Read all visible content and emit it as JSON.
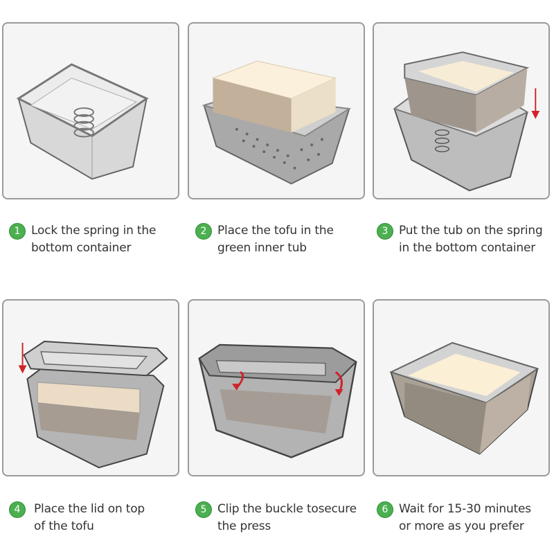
{
  "colors": {
    "background": "#ffffff",
    "panel_bg": "#f5f5f5",
    "panel_border": "#9a9a9a",
    "badge_fill": "#4caf50",
    "badge_outline": "#2f8f3a",
    "text": "#333333",
    "tofu": "#f6e9cf",
    "arrow": "#d0232a"
  },
  "steps": [
    {
      "number": "1",
      "line1": "Lock the spring in the",
      "line2": "bottom container",
      "illustration": "container-with-spring"
    },
    {
      "number": "2",
      "line1": "Place the tofu in the",
      "line2": "green inner tub",
      "illustration": "tofu-on-perforated-tub"
    },
    {
      "number": "3",
      "line1": "Put the tub on the spring",
      "line2": "in the bottom container",
      "illustration": "tub-lowered-into-container"
    },
    {
      "number": "4",
      "line1": "Place the lid on top",
      "line2": "of the tofu",
      "illustration": "lid-lowered-onto-tofu"
    },
    {
      "number": "5",
      "line1": "Clip the buckle tosecure",
      "line2": "the press",
      "illustration": "clipping-buckles"
    },
    {
      "number": "6",
      "line1": "Wait for 15-30 minutes",
      "line2": "or more as you prefer",
      "illustration": "pressed-tofu-in-tub"
    }
  ]
}
